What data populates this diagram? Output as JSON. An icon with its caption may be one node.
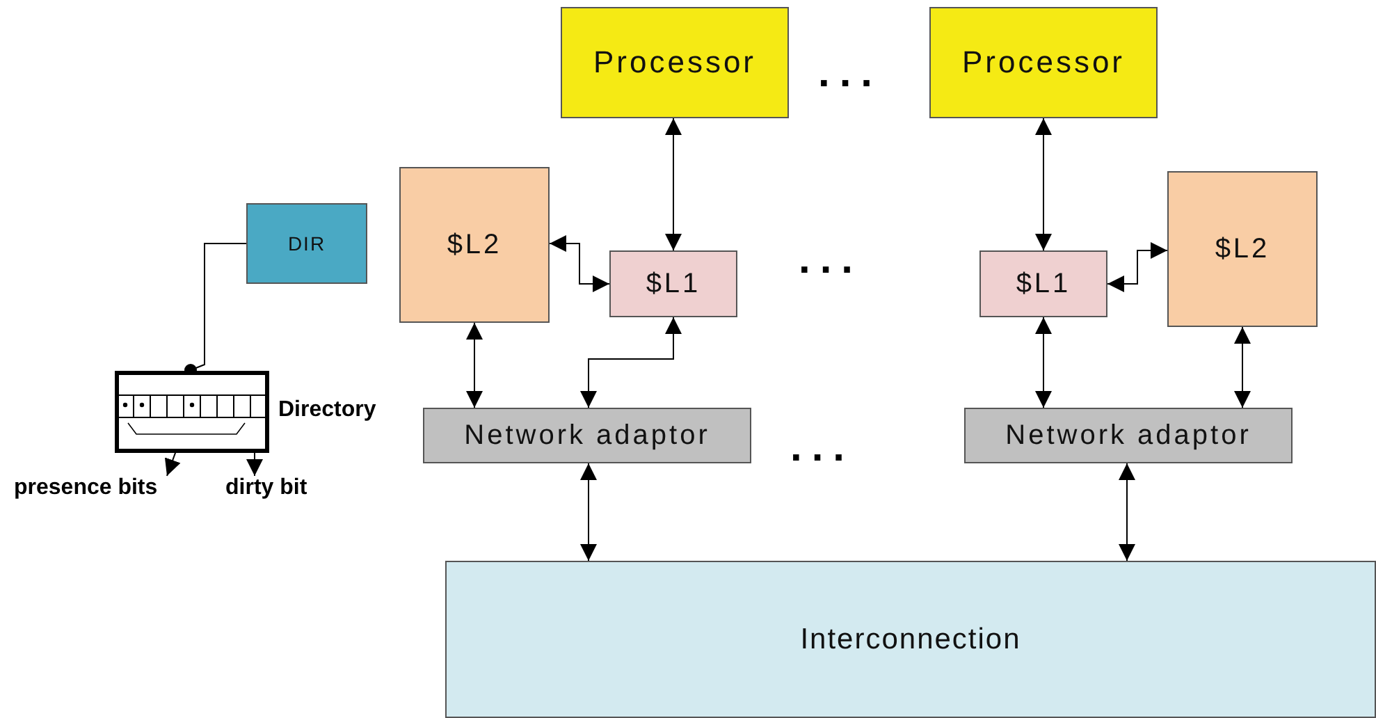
{
  "diagram": {
    "nodes": [
      {
        "text": [
          "Processor"
        ]
      },
      {
        "text": [
          "Processor"
        ]
      },
      {
        "text": [
          "$L2"
        ]
      },
      {
        "text": [
          "$L1"
        ]
      },
      {
        "text": [
          "$L1"
        ]
      },
      {
        "text": [
          "$L2"
        ]
      },
      {
        "text": [
          "Network adaptor"
        ]
      },
      {
        "text": [
          "Network adaptor"
        ]
      },
      {
        "text": [
          "Interconnection"
        ]
      },
      {
        "text": [
          "DIR"
        ]
      },
      {
        "text": [],
        "shape": "picture",
        "beside": [
          "Directory"
        ]
      },
      {
        "text": [
          "presence bits"
        ]
      },
      {
        "text": [
          "dirty bit"
        ]
      }
    ],
    "edges": [
      {
        "from": 0,
        "to": 3,
        "arrow": "both"
      },
      {
        "from": 1,
        "to": 4,
        "arrow": "both"
      },
      {
        "from": 2,
        "to": 3,
        "arrow": "both"
      },
      {
        "from": 4,
        "to": 5,
        "arrow": "both"
      },
      {
        "from": 2,
        "to": 6,
        "arrow": "both"
      },
      {
        "from": 3,
        "to": 6,
        "arrow": "both"
      },
      {
        "from": 4,
        "to": 7,
        "arrow": "both"
      },
      {
        "from": 5,
        "to": 7,
        "arrow": "both"
      },
      {
        "from": 6,
        "to": 8,
        "arrow": "both"
      },
      {
        "from": 7,
        "to": 8,
        "arrow": "both"
      },
      {
        "from": 9,
        "to": 10,
        "arrow": "other"
      },
      {
        "from": 10,
        "to": 11,
        "arrow": "to"
      },
      {
        "from": 10,
        "to": 12,
        "arrow": "to"
      }
    ],
    "labels": [
      "...",
      "...",
      "..."
    ]
  }
}
